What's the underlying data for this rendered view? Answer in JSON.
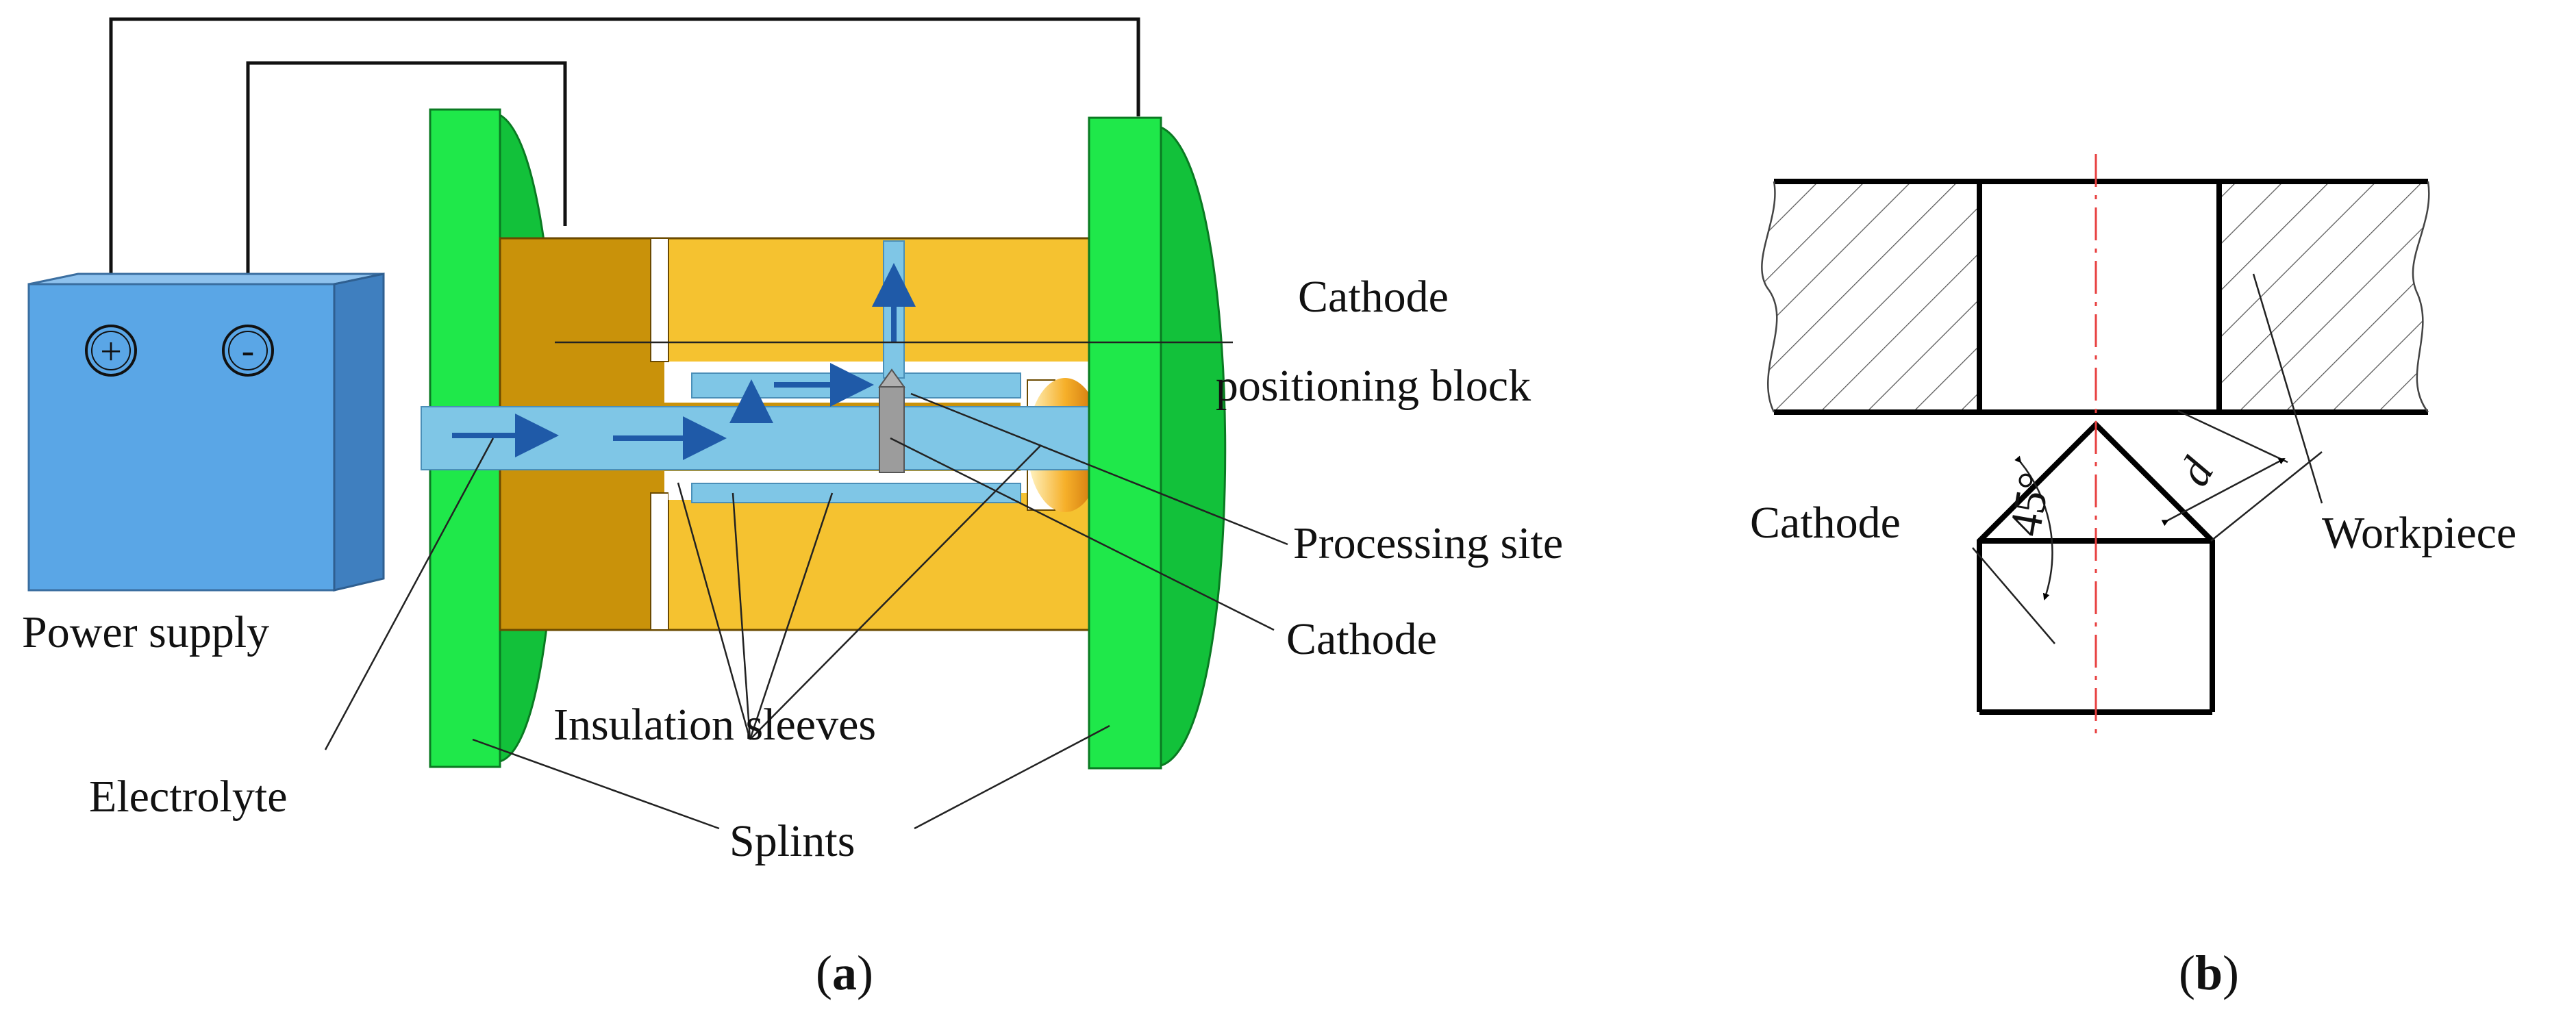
{
  "panel_a": {
    "caption_open": "(",
    "caption_letter": "a",
    "caption_close": ")",
    "labels": {
      "cathode_block_line1": "Cathode",
      "cathode_block_line2": "positioning block",
      "processing_site": "Processing site",
      "cathode": "Cathode",
      "insulation_sleeves": "Insulation sleeves",
      "power_supply": "Power supply",
      "electrolyte": "Electrolyte",
      "splints": "Splints"
    },
    "terminals": {
      "positive": "+",
      "negative": "-"
    }
  },
  "panel_b": {
    "caption_open": "(",
    "caption_letter": "b",
    "caption_close": ")",
    "labels": {
      "cathode": "Cathode",
      "workpiece": "Workpiece",
      "angle": "45°",
      "gap": "d"
    }
  },
  "colors": {
    "power_supply_front": "#5aa6e6",
    "power_supply_side": "#3f7fbf",
    "splint_green": "#1fe84a",
    "sleeve_gold": "#f5c230",
    "block_brown": "#c9920a",
    "electrolyte_blue": "#7fc6e6",
    "flow_arrow": "#1f5aa8",
    "centerline_red": "#e84040"
  }
}
